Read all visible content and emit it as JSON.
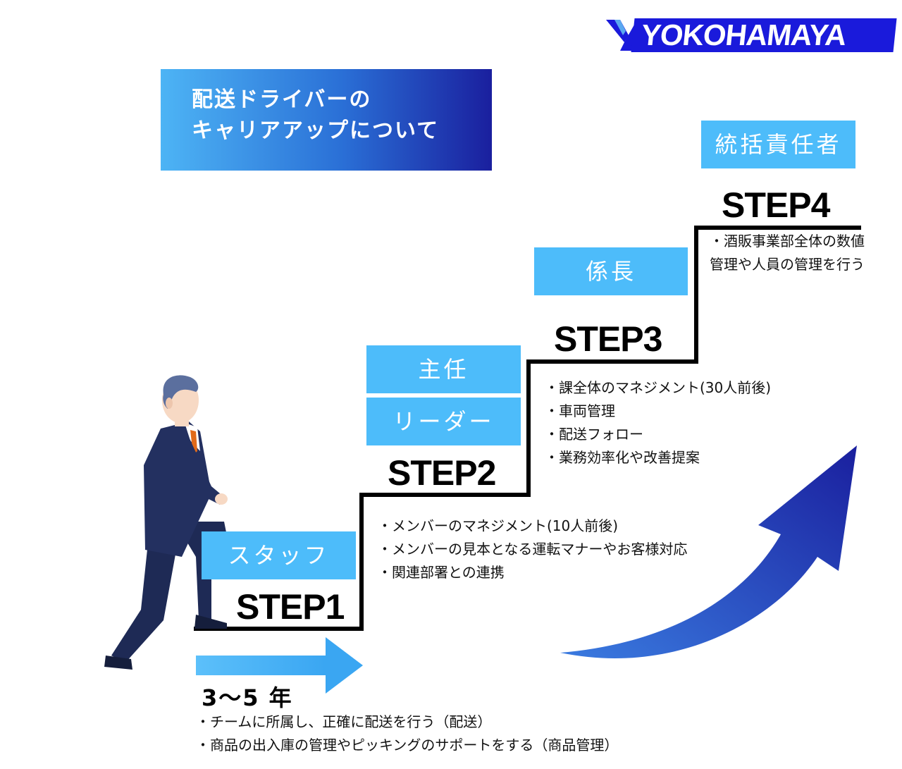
{
  "logo": {
    "text": "YOKOHAMAYA"
  },
  "title": {
    "line1": "配送ドライバーの",
    "line2": "キャリアアップについて"
  },
  "steps": {
    "step1": {
      "label": "STEP1",
      "roles": [
        "スタッフ"
      ],
      "duration": "3～5 年",
      "bullets": [
        "・チームに所属し、正確に配送を行う（配送）",
        "・商品の出入庫の管理やピッキングのサポートをする（商品管理）"
      ]
    },
    "step2": {
      "label": "STEP2",
      "roles": [
        "主任",
        "リーダー"
      ],
      "bullets": [
        "・メンバーのマネジメント(10人前後)",
        "・メンバーの見本となる運転マナーやお客様対応",
        "・関連部署との連携"
      ]
    },
    "step3": {
      "label": "STEP3",
      "roles": [
        "係長"
      ],
      "bullets": [
        "・課全体のマネジメント(30人前後)",
        "・車両管理",
        "・配送フォロー",
        "・業務効率化や改善提案"
      ]
    },
    "step4": {
      "label": "STEP4",
      "roles": [
        "統括責任者"
      ],
      "bullets": [
        "・酒販事業部全体の数値",
        "管理や人員の管理を行う"
      ]
    }
  },
  "colors": {
    "role_box": "#4dbcfa",
    "brand": "#1a1adb",
    "arrow_dark": "#1a1f9e",
    "arrow_light": "#3a7be0",
    "stair_line": "#000000"
  }
}
